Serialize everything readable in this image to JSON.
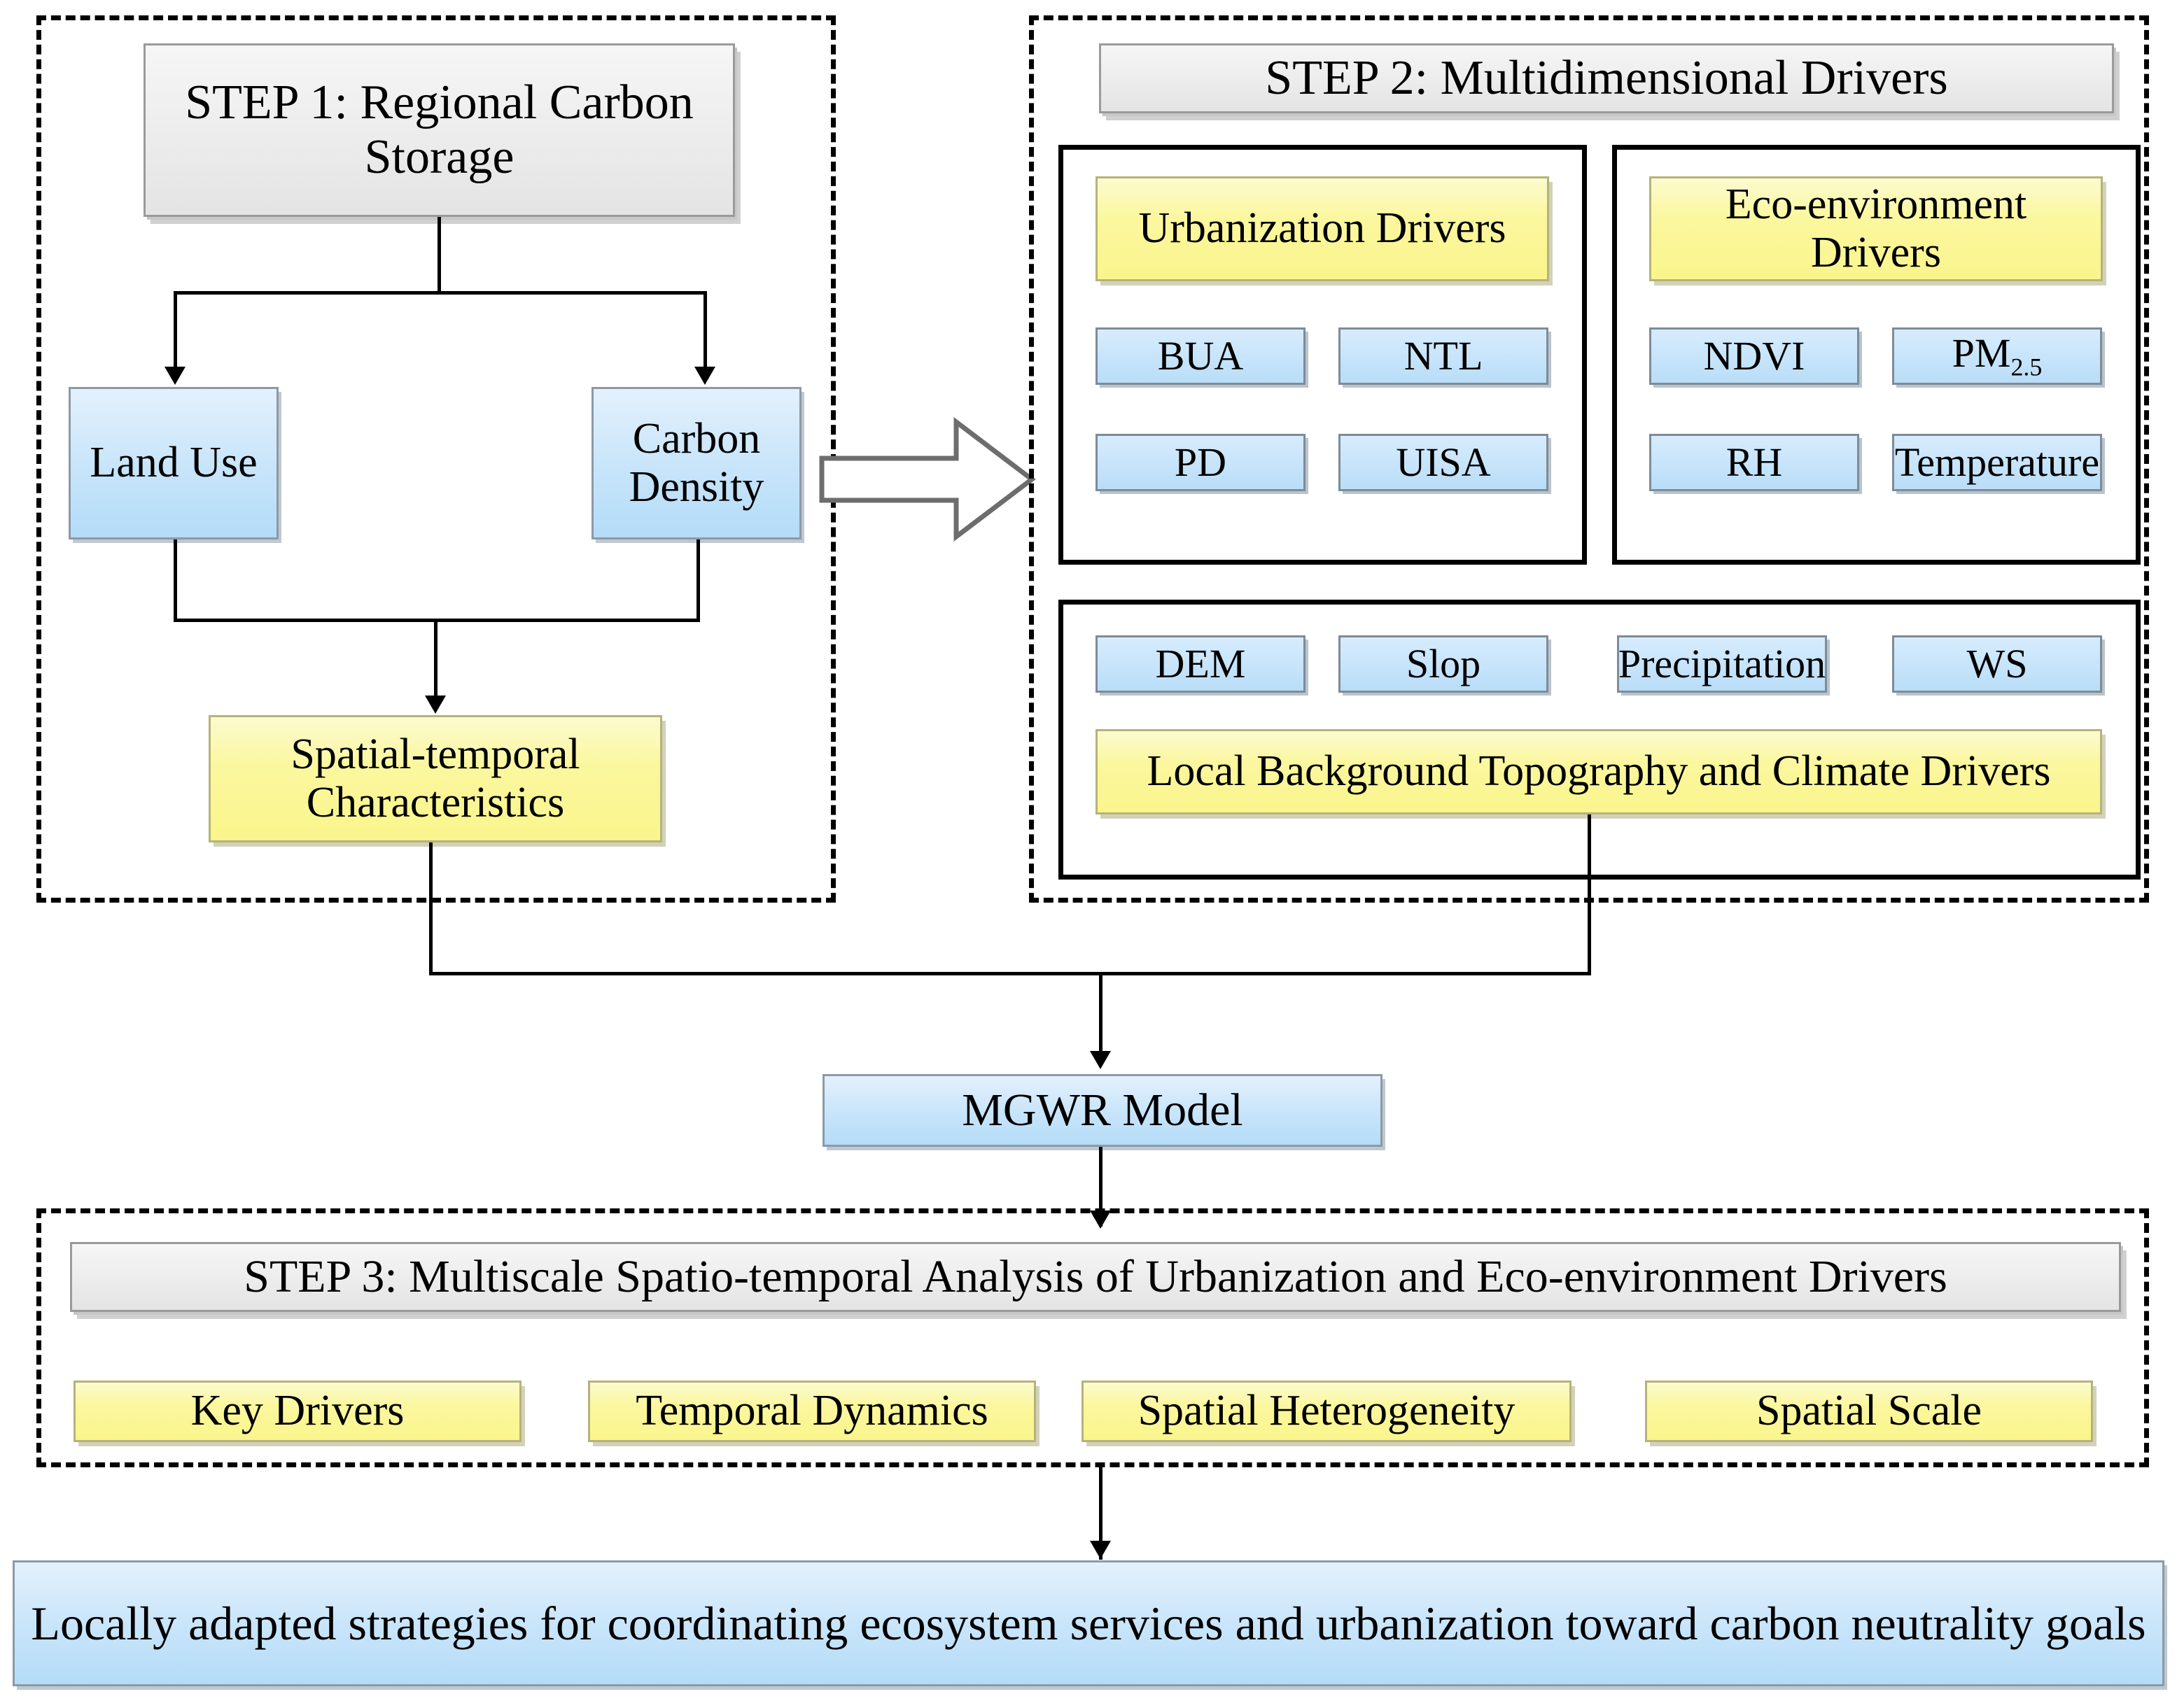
{
  "figure": {
    "type": "flowchart",
    "title": "Research framework flowchart"
  },
  "step1": {
    "header": "STEP 1: Regional Carbon Storage",
    "nodes": {
      "land_use": "Land Use",
      "carbon_density": "Carbon Density",
      "spatial_temporal": "Spatial-temporal Characteristics"
    }
  },
  "step2": {
    "header": "STEP 2: Multidimensional Drivers",
    "urbanization": {
      "title": "Urbanization Drivers",
      "variables": [
        "BUA",
        "NTL",
        "PD",
        "UISA"
      ]
    },
    "eco_environment": {
      "title": "Eco-environment Drivers",
      "variables": [
        "NDVI",
        "PM",
        "RH",
        "Temperature"
      ],
      "pm_base": "PM",
      "pm_subscript": "2.5"
    },
    "local_background": {
      "title": "Local Background Topography and Climate Drivers",
      "variables": [
        "DEM",
        "Slop",
        "Precipitation",
        "WS"
      ]
    }
  },
  "model": {
    "label": "MGWR  Model"
  },
  "step3": {
    "header": "STEP 3: Multiscale Spatio-temporal Analysis of Urbanization and Eco-environment Drivers",
    "outputs": [
      "Key Drivers",
      "Temporal Dynamics",
      "Spatial Heterogeneity",
      "Spatial Scale"
    ]
  },
  "conclusion": {
    "text": "Locally adapted strategies for coordinating ecosystem services and urbanization toward carbon neutrality goals"
  },
  "colors": {
    "blue_fill": "#bcdef9",
    "yellow_fill": "#faf58c",
    "header_fill": "#ececec",
    "line": "#000000"
  }
}
